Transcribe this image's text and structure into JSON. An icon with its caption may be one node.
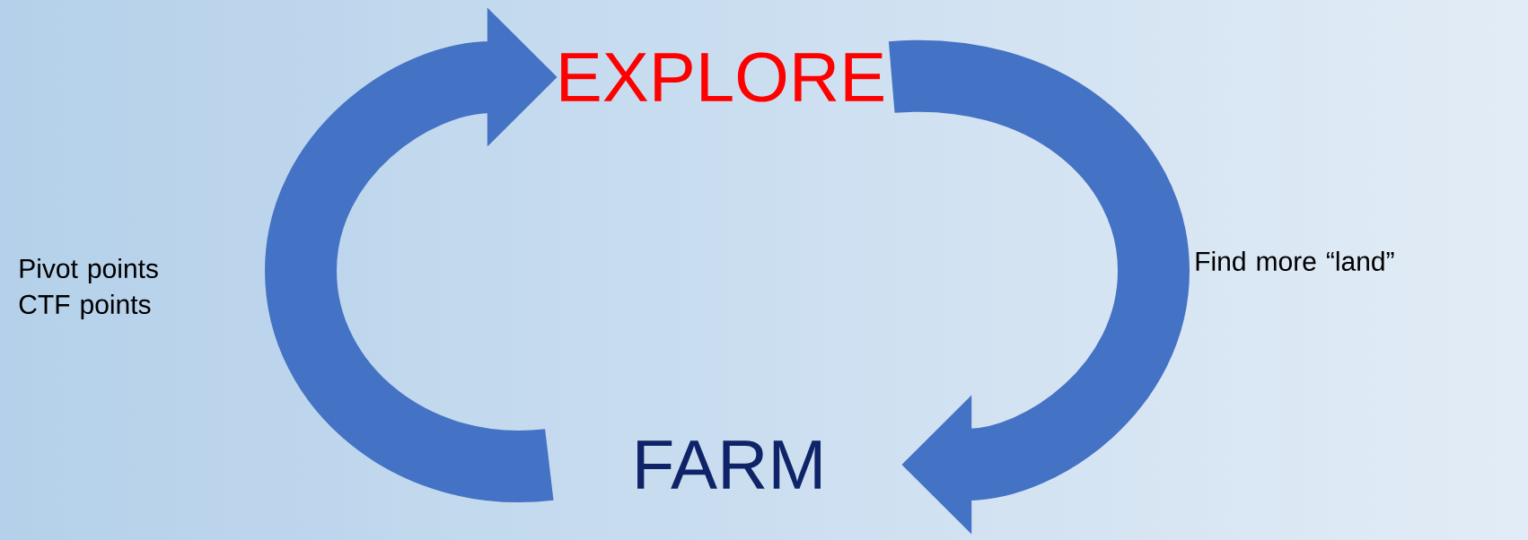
{
  "diagram": {
    "nodes": [
      {
        "text": [
          "EXPLORE"
        ]
      },
      {
        "text": [
          "FARM"
        ]
      }
    ],
    "edges": [
      {
        "from": 1,
        "to": 0,
        "arrow": "to"
      },
      {
        "from": 0,
        "to": 1,
        "arrow": "to"
      }
    ],
    "labels": [
      "Pivot points CTF points",
      "Find more “land”"
    ]
  }
}
